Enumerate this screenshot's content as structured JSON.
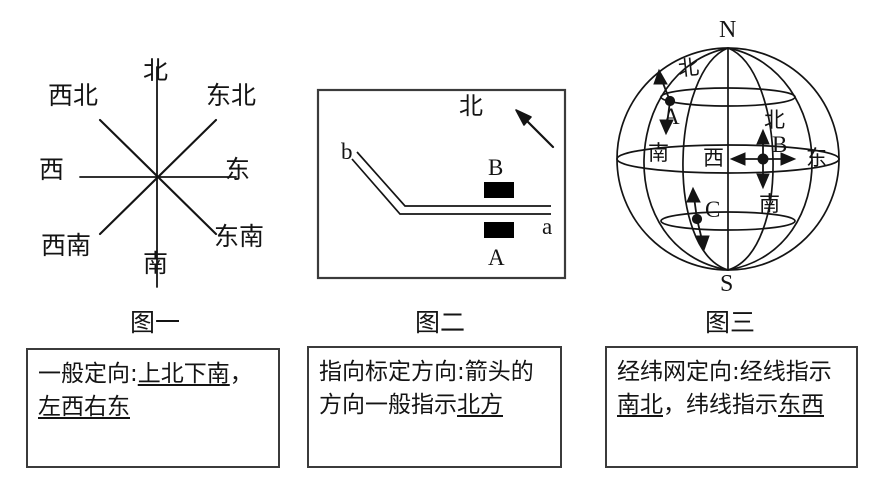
{
  "figure1": {
    "caption": "图一",
    "center_label_note": "compass rose with eight directions",
    "directions": {
      "north": "北",
      "northeast": "东北",
      "east": "东",
      "southeast": "东南",
      "south": "南",
      "southwest": "西南",
      "west": "西",
      "northwest": "西北"
    }
  },
  "figure2": {
    "caption": "图二",
    "north_label": "北",
    "arrow_name": "north-arrow",
    "road_end_b": "b",
    "road_end_a": "a",
    "site_b": "B",
    "site_a": "A"
  },
  "figure3": {
    "caption": "图三",
    "north_pole": "N",
    "south_pole": "S",
    "point_a": "A",
    "point_b": "B",
    "point_c": "C",
    "dir_a_north": "北",
    "dir_a_south": "南",
    "dir_b_north": "北",
    "dir_b_south": "南",
    "dir_b_west": "西",
    "dir_b_east": "东"
  },
  "notes": [
    {
      "id": "note-general-orientation",
      "segments": [
        {
          "text": "一般定向:",
          "underline": false
        },
        {
          "text": "上北下南",
          "underline": true
        },
        {
          "text": "，",
          "underline": false
        },
        {
          "text": "左西右东",
          "underline": true
        }
      ]
    },
    {
      "id": "note-pointer-orientation",
      "segments": [
        {
          "text": "指向标定方向:箭头的方向一般指示",
          "underline": false
        },
        {
          "text": "北方",
          "underline": true
        }
      ]
    },
    {
      "id": "note-graticule-orientation",
      "segments": [
        {
          "text": "经纬网定向:经线指示",
          "underline": false
        },
        {
          "text": "南北",
          "underline": true
        },
        {
          "text": "，纬线指示",
          "underline": false
        },
        {
          "text": "东西",
          "underline": true
        }
      ]
    }
  ],
  "colors": {
    "ink": "#141414",
    "box_border": "#3b3b3b",
    "fill": "#000000",
    "background": "#ffffff"
  }
}
